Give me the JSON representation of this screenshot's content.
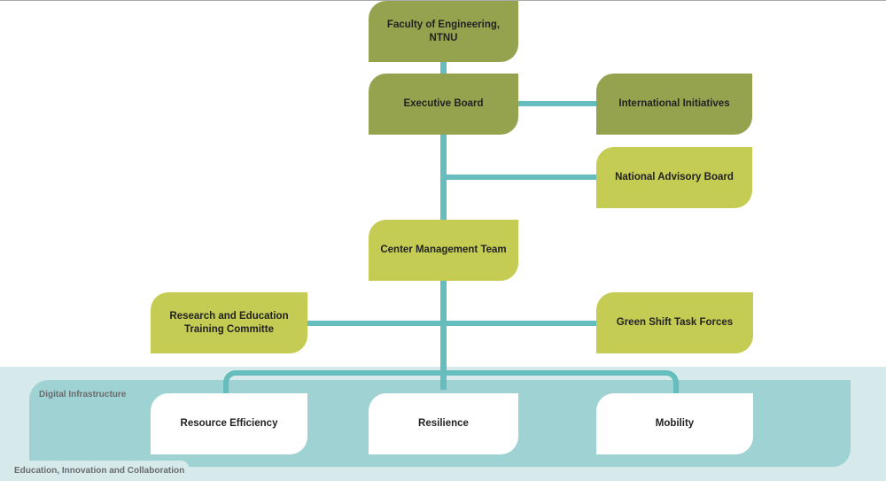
{
  "diagram": {
    "nodes": {
      "faculty": "Faculty of Engineering, NTNU",
      "executive_board": "Executive Board",
      "international": "International Initiatives",
      "advisory": "National Advisory Board",
      "management": "Center Management Team",
      "research": "Research and Education Training Committe",
      "green_shift": "Green Shift Task Forces",
      "resource": "Resource Efficiency",
      "resilience": "Resilience",
      "mobility": "Mobility"
    },
    "bands": {
      "digital": "Digital Infrastructure",
      "education": "Education, Innovation and Collaboration"
    },
    "colors": {
      "dark_green": "#95a34e",
      "light_green": "#c4cc53",
      "connector": "#66bdbd",
      "band_outer": "#d6eaeb",
      "band_inner": "#9fd2d3"
    }
  }
}
